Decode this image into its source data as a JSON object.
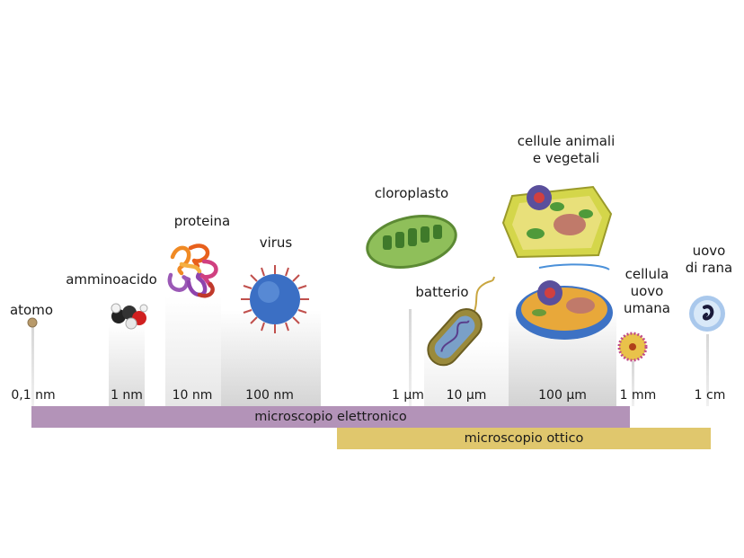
{
  "labels": {
    "atomo": "atomo",
    "amminoacido": "amminoacido",
    "proteina": "proteina",
    "virus": "virus",
    "cloroplasto": "cloroplasto",
    "batterio": "batterio",
    "cellule_animali_1": "cellule animali",
    "cellule_animali_2": "e vegetali",
    "cellula_uovo_1": "cellula",
    "cellula_uovo_2": "uovo",
    "cellula_uovo_3": "umana",
    "uovo_rana_1": "uovo",
    "uovo_rana_2": "di rana"
  },
  "ticks": [
    "0,1 nm",
    "1 nm",
    "10 nm",
    "100 nm",
    "1 µm",
    "10 µm",
    "100 µm",
    "1 mm",
    "1 cm"
  ],
  "ranges": {
    "elettronico": "microscopio elettronico",
    "ottico": "microscopio ottico"
  },
  "colors": {
    "elettronico": "#b393b8",
    "ottico": "#e0c76d",
    "column": "#e3e3e3"
  }
}
